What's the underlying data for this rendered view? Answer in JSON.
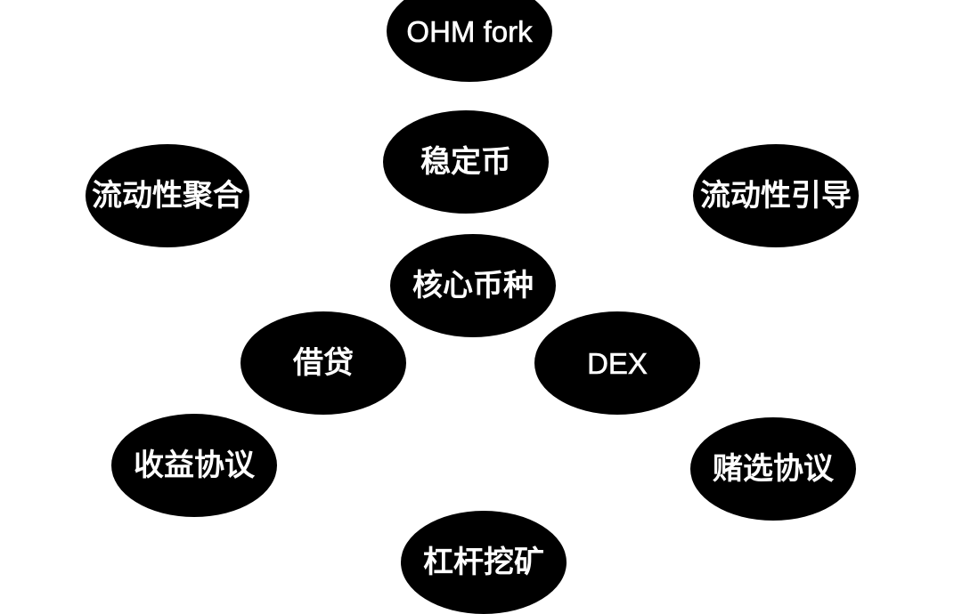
{
  "nodes": {
    "ohm_fork": "OHM fork",
    "stablecoin": "稳定币",
    "liquidity_aggregation": "流动性聚合",
    "liquidity_guidance": "流动性引导",
    "core_token": "核心币种",
    "lending": "借贷",
    "dex": "DEX",
    "yield_protocol": "收益协议",
    "lottery_protocol": "赌选协议",
    "leveraged_mining": "杠杆挖矿"
  },
  "colors": {
    "node_fill": "#000000",
    "node_text": "#ffffff",
    "background": "#ffffff"
  }
}
